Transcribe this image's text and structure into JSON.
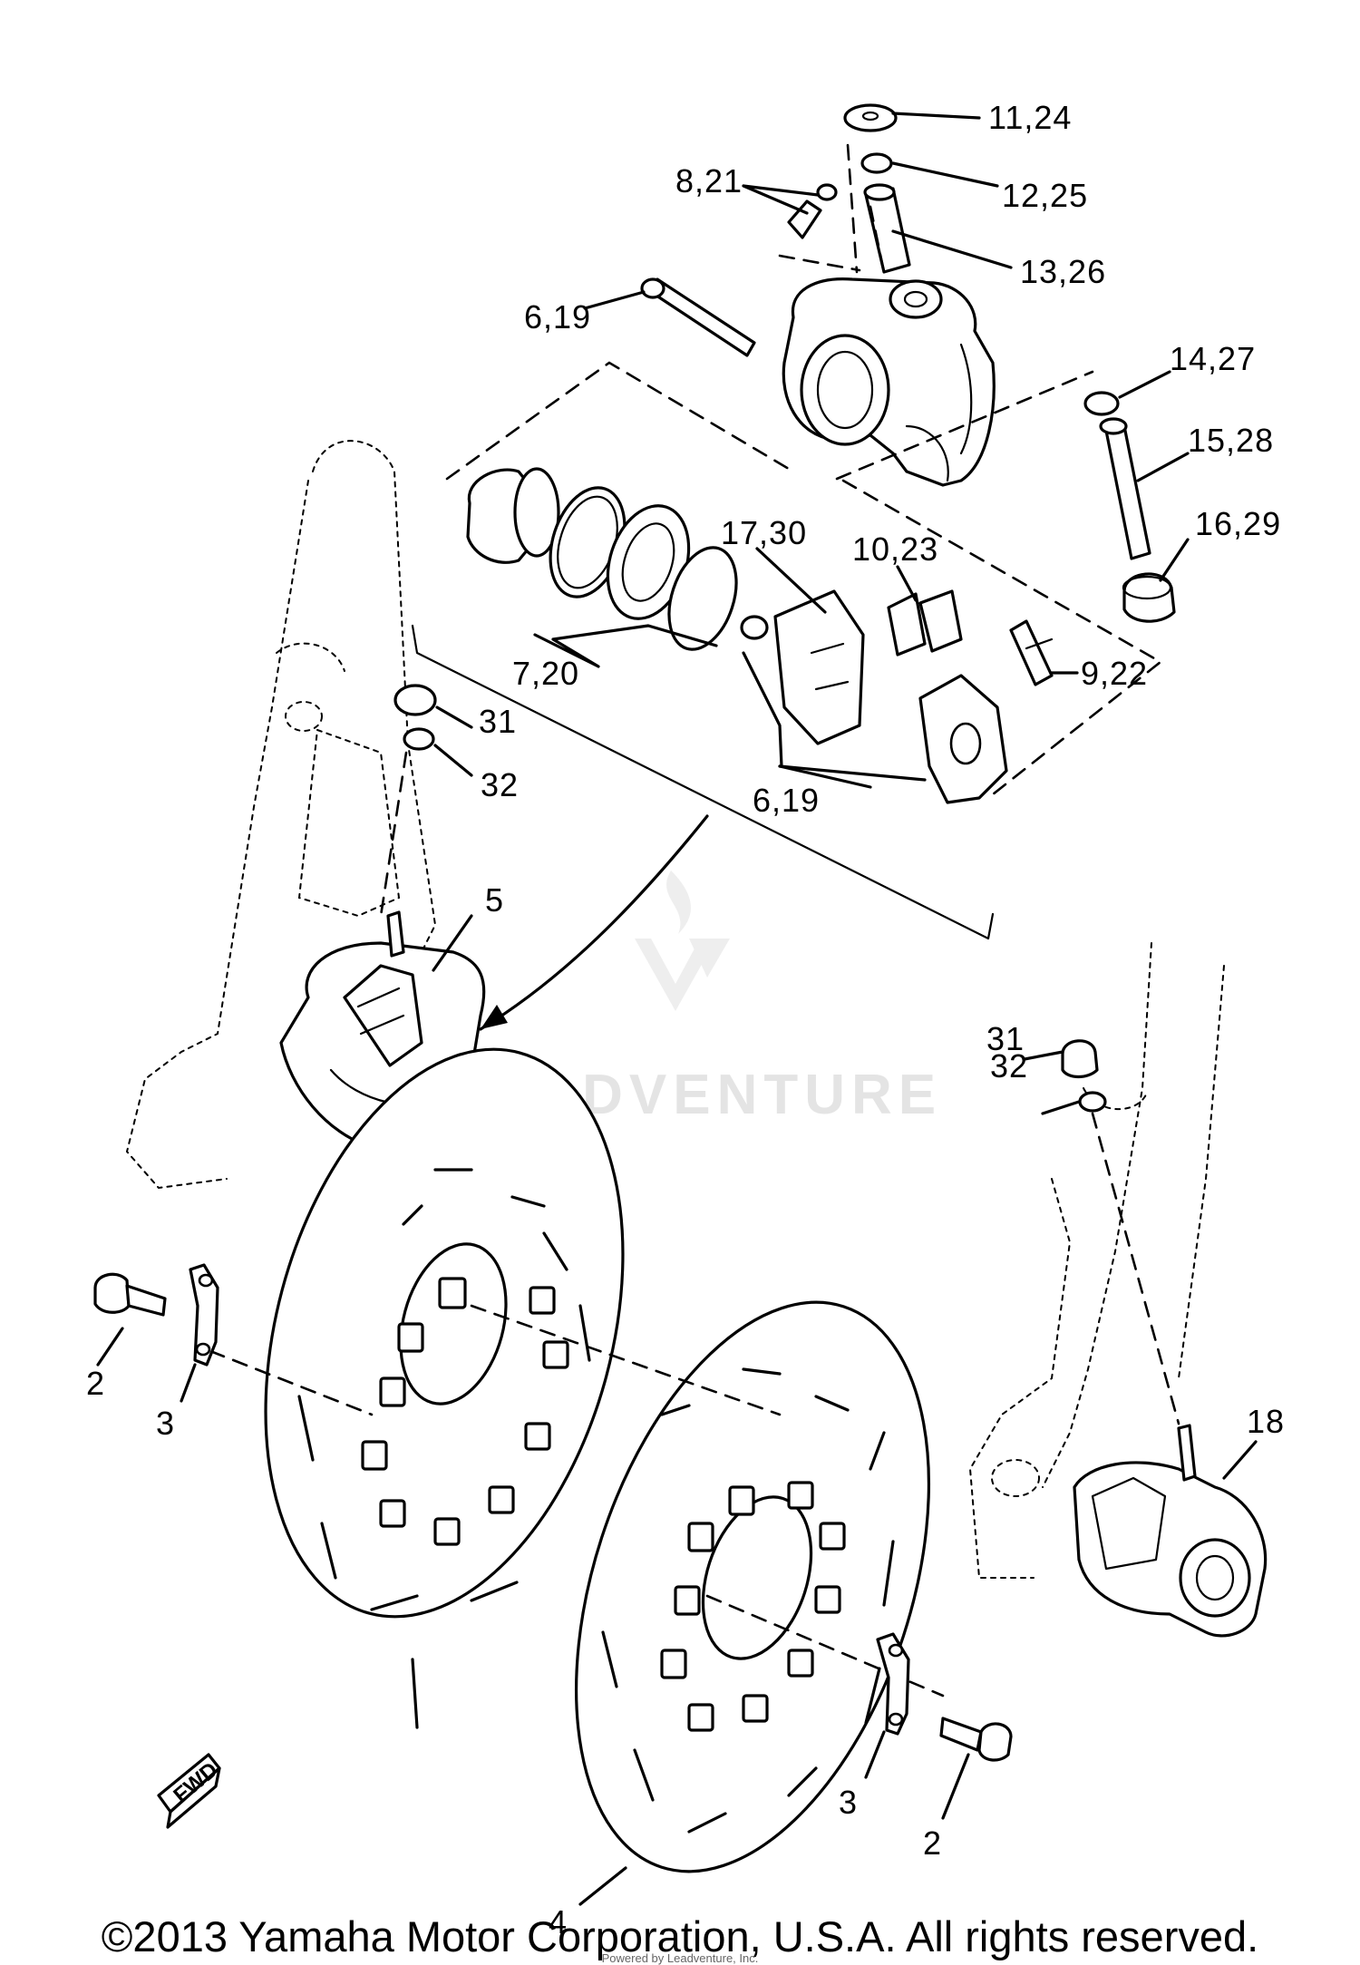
{
  "callouts": {
    "c_11_24": "11,24",
    "c_12_25": "12,25",
    "c_8_21": "8,21",
    "c_13_26": "13,26",
    "c_6_19_top": "6,19",
    "c_14_27": "14,27",
    "c_15_28": "15,28",
    "c_16_29": "16,29",
    "c_17_30": "17,30",
    "c_10_23": "10,23",
    "c_9_22": "9,22",
    "c_7_20": "7,20",
    "c_6_19_pads": "6,19",
    "c_31_left": "31",
    "c_32_left": "32",
    "c_5": "5",
    "c_31_right": "31",
    "c_32_right": "32",
    "c_2_left": "2",
    "c_3_left": "3",
    "c_18": "18",
    "c_4": "4",
    "c_3_right": "3",
    "c_2_right": "2"
  },
  "fwd_marker": "FWD",
  "watermark": "EADVENTURE",
  "copyright": "©2013 Yamaha Motor Corporation, U.S.A. All rights reserved.",
  "smallprint": "Powered by Leadventure, Inc."
}
